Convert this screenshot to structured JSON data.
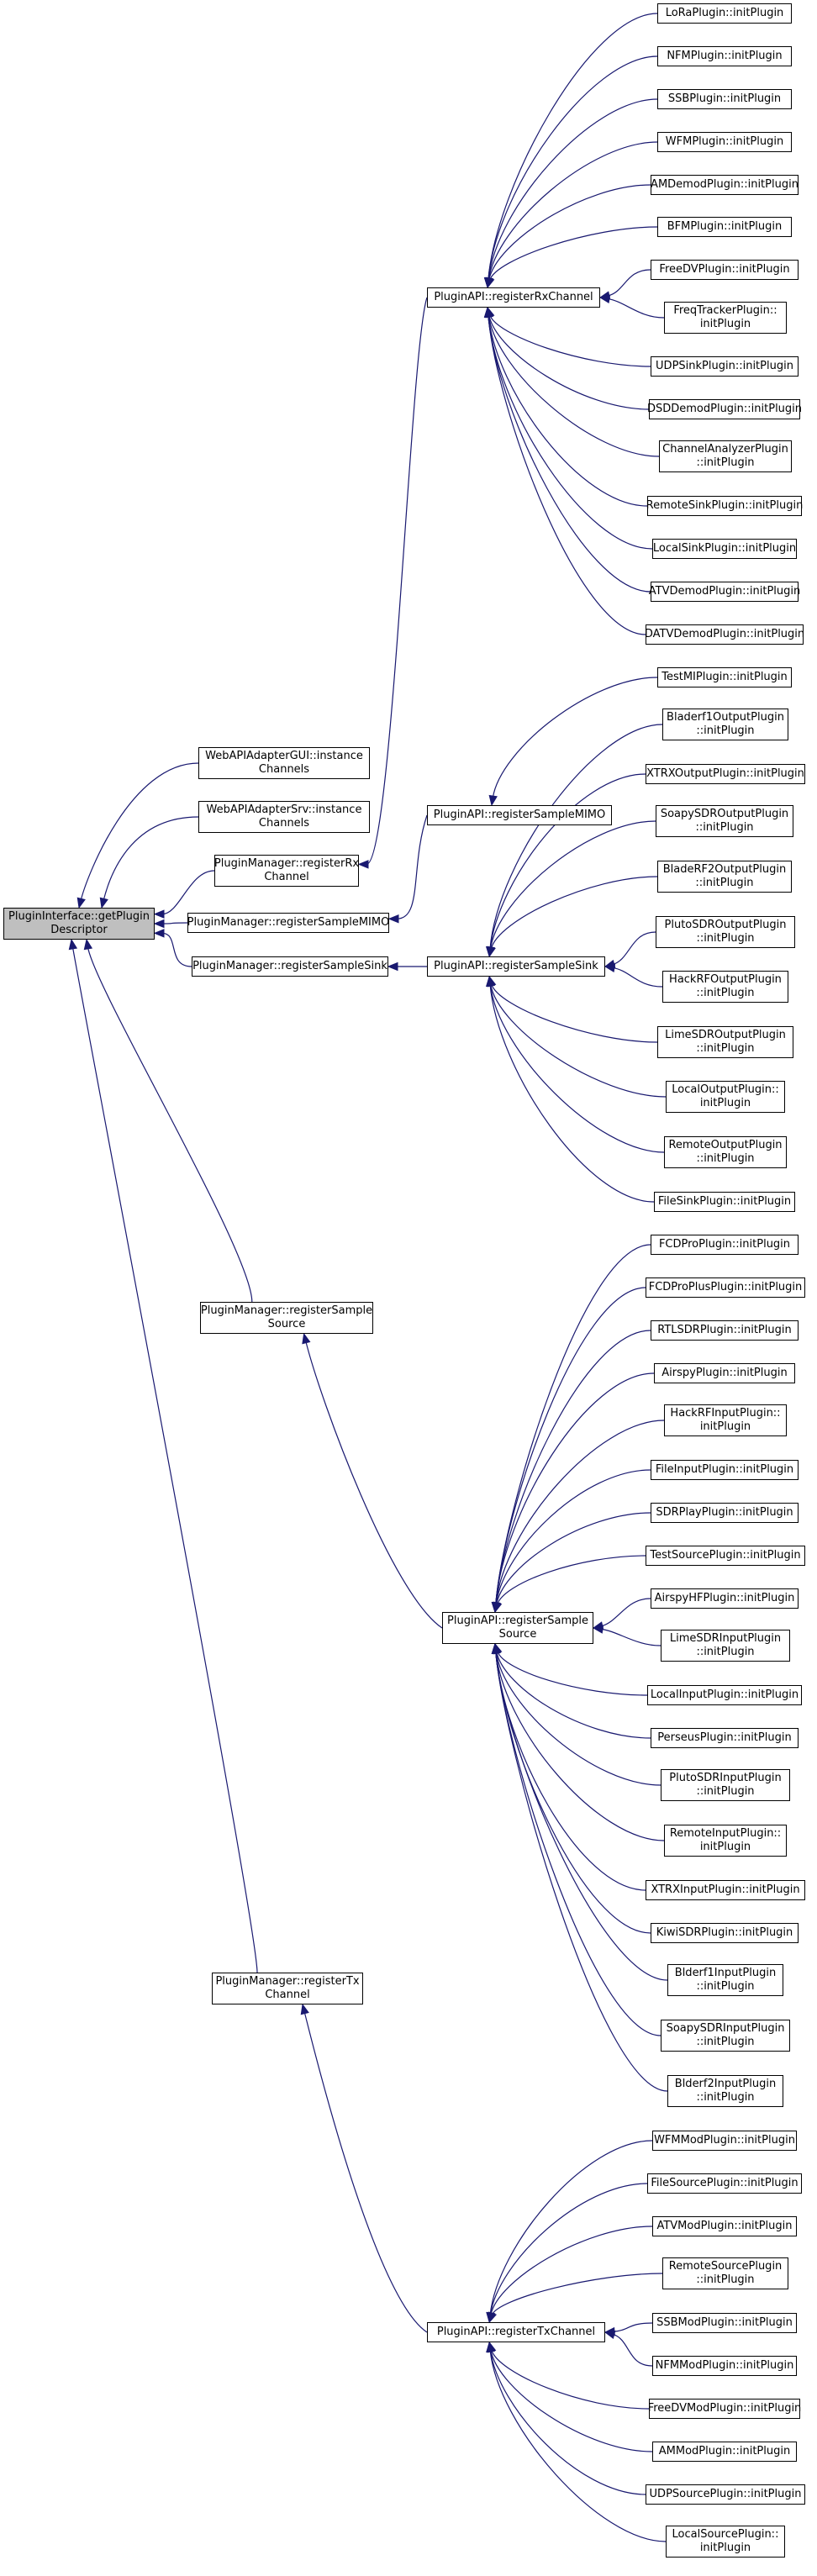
{
  "colors": {
    "edge": "#191970",
    "node_border": "#000000",
    "root_fill": "#bfbfbf",
    "node_fill": "#ffffff"
  },
  "nodes": {
    "root": "PluginInterface::getPlugin\nDescriptor",
    "gui_instance": "WebAPIAdapterGUI::instance\nChannels",
    "srv_instance": "WebAPIAdapterSrv::instance\nChannels",
    "pm_rx": "PluginManager::registerRx\nChannel",
    "pm_mimo": "PluginManager::registerSampleMIMO",
    "pm_sink": "PluginManager::registerSampleSink",
    "pm_source": "PluginManager::registerSample\nSource",
    "pm_tx": "PluginManager::registerTx\nChannel",
    "api_rx": "PluginAPI::registerRxChannel",
    "api_mimo": "PluginAPI::registerSampleMIMO",
    "api_sink": "PluginAPI::registerSampleSink",
    "api_source": "PluginAPI::registerSample\nSource",
    "api_tx": "PluginAPI::registerTxChannel",
    "rx_lora": "LoRaPlugin::initPlugin",
    "rx_nfm": "NFMPlugin::initPlugin",
    "rx_ssb": "SSBPlugin::initPlugin",
    "rx_wfm": "WFMPlugin::initPlugin",
    "rx_am": "AMDemodPlugin::initPlugin",
    "rx_bfm": "BFMPlugin::initPlugin",
    "rx_freedv": "FreeDVPlugin::initPlugin",
    "rx_freqtracker": "FreqTrackerPlugin::\ninitPlugin",
    "rx_udpsink": "UDPSinkPlugin::initPlugin",
    "rx_dsd": "DSDDemodPlugin::initPlugin",
    "rx_chanalyzer": "ChannelAnalyzerPlugin\n::initPlugin",
    "rx_remotesink": "RemoteSinkPlugin::initPlugin",
    "rx_localsink": "LocalSinkPlugin::initPlugin",
    "rx_atv": "ATVDemodPlugin::initPlugin",
    "rx_datv": "DATVDemodPlugin::initPlugin",
    "mimo_test": "TestMIPlugin::initPlugin",
    "sink_bladerf1": "Bladerf1OutputPlugin\n::initPlugin",
    "sink_xtrx": "XTRXOutputPlugin::initPlugin",
    "sink_soapy": "SoapySDROutputPlugin\n::initPlugin",
    "sink_bladerf2": "BladeRF2OutputPlugin\n::initPlugin",
    "sink_pluto": "PlutoSDROutputPlugin\n::initPlugin",
    "sink_hackrf": "HackRFOutputPlugin\n::initPlugin",
    "sink_lime": "LimeSDROutputPlugin\n::initPlugin",
    "sink_local": "LocalOutputPlugin::\ninitPlugin",
    "sink_remote": "RemoteOutputPlugin\n::initPlugin",
    "sink_file": "FileSinkPlugin::initPlugin",
    "src_fcdpro": "FCDProPlugin::initPlugin",
    "src_fcdproplus": "FCDProPlusPlugin::initPlugin",
    "src_rtlsdr": "RTLSDRPlugin::initPlugin",
    "src_airspy": "AirspyPlugin::initPlugin",
    "src_hackrf": "HackRFInputPlugin::\ninitPlugin",
    "src_file": "FileInputPlugin::initPlugin",
    "src_sdrplay": "SDRPlayPlugin::initPlugin",
    "src_test": "TestSourcePlugin::initPlugin",
    "src_airspyhf": "AirspyHFPlugin::initPlugin",
    "src_lime": "LimeSDRInputPlugin\n::initPlugin",
    "src_local": "LocalInputPlugin::initPlugin",
    "src_perseus": "PerseusPlugin::initPlugin",
    "src_pluto": "PlutoSDRInputPlugin\n::initPlugin",
    "src_remote": "RemoteInputPlugin::\ninitPlugin",
    "src_xtrx": "XTRXInputPlugin::initPlugin",
    "src_kiwi": "KiwiSDRPlugin::initPlugin",
    "src_bladerf1": "Blderf1InputPlugin\n::initPlugin",
    "src_soapy": "SoapySDRInputPlugin\n::initPlugin",
    "src_bladerf2": "Blderf2InputPlugin\n::initPlugin",
    "tx_wfm": "WFMModPlugin::initPlugin",
    "tx_filesource": "FileSourcePlugin::initPlugin",
    "tx_atv": "ATVModPlugin::initPlugin",
    "tx_remotesource": "RemoteSourcePlugin\n::initPlugin",
    "tx_ssb": "SSBModPlugin::initPlugin",
    "tx_nfm": "NFMModPlugin::initPlugin",
    "tx_freedv": "FreeDVModPlugin::initPlugin",
    "tx_am": "AMModPlugin::initPlugin",
    "tx_udpsource": "UDPSourcePlugin::initPlugin",
    "tx_localsource": "LocalSourcePlugin::\ninitPlugin"
  },
  "edges": [
    [
      "gui_instance",
      "root"
    ],
    [
      "srv_instance",
      "root"
    ],
    [
      "pm_rx",
      "root"
    ],
    [
      "pm_mimo",
      "root"
    ],
    [
      "pm_sink",
      "root"
    ],
    [
      "pm_source",
      "root"
    ],
    [
      "pm_tx",
      "root"
    ],
    [
      "api_rx",
      "pm_rx"
    ],
    [
      "api_mimo",
      "pm_mimo"
    ],
    [
      "api_sink",
      "pm_sink"
    ],
    [
      "api_source",
      "pm_source"
    ],
    [
      "api_tx",
      "pm_tx"
    ],
    [
      "rx_lora",
      "api_rx"
    ],
    [
      "rx_nfm",
      "api_rx"
    ],
    [
      "rx_ssb",
      "api_rx"
    ],
    [
      "rx_wfm",
      "api_rx"
    ],
    [
      "rx_am",
      "api_rx"
    ],
    [
      "rx_bfm",
      "api_rx"
    ],
    [
      "rx_freedv",
      "api_rx"
    ],
    [
      "rx_freqtracker",
      "api_rx"
    ],
    [
      "rx_udpsink",
      "api_rx"
    ],
    [
      "rx_dsd",
      "api_rx"
    ],
    [
      "rx_chanalyzer",
      "api_rx"
    ],
    [
      "rx_remotesink",
      "api_rx"
    ],
    [
      "rx_localsink",
      "api_rx"
    ],
    [
      "rx_atv",
      "api_rx"
    ],
    [
      "rx_datv",
      "api_rx"
    ],
    [
      "mimo_test",
      "api_mimo"
    ],
    [
      "sink_bladerf1",
      "api_sink"
    ],
    [
      "sink_xtrx",
      "api_sink"
    ],
    [
      "sink_soapy",
      "api_sink"
    ],
    [
      "sink_bladerf2",
      "api_sink"
    ],
    [
      "sink_pluto",
      "api_sink"
    ],
    [
      "sink_hackrf",
      "api_sink"
    ],
    [
      "sink_lime",
      "api_sink"
    ],
    [
      "sink_local",
      "api_sink"
    ],
    [
      "sink_remote",
      "api_sink"
    ],
    [
      "sink_file",
      "api_sink"
    ],
    [
      "src_fcdpro",
      "api_source"
    ],
    [
      "src_fcdproplus",
      "api_source"
    ],
    [
      "src_rtlsdr",
      "api_source"
    ],
    [
      "src_airspy",
      "api_source"
    ],
    [
      "src_hackrf",
      "api_source"
    ],
    [
      "src_file",
      "api_source"
    ],
    [
      "src_sdrplay",
      "api_source"
    ],
    [
      "src_test",
      "api_source"
    ],
    [
      "src_airspyhf",
      "api_source"
    ],
    [
      "src_lime",
      "api_source"
    ],
    [
      "src_local",
      "api_source"
    ],
    [
      "src_perseus",
      "api_source"
    ],
    [
      "src_pluto",
      "api_source"
    ],
    [
      "src_remote",
      "api_source"
    ],
    [
      "src_xtrx",
      "api_source"
    ],
    [
      "src_kiwi",
      "api_source"
    ],
    [
      "src_bladerf1",
      "api_source"
    ],
    [
      "src_soapy",
      "api_source"
    ],
    [
      "src_bladerf2",
      "api_source"
    ],
    [
      "tx_wfm",
      "api_tx"
    ],
    [
      "tx_filesource",
      "api_tx"
    ],
    [
      "tx_atv",
      "api_tx"
    ],
    [
      "tx_remotesource",
      "api_tx"
    ],
    [
      "tx_ssb",
      "api_tx"
    ],
    [
      "tx_nfm",
      "api_tx"
    ],
    [
      "tx_freedv",
      "api_tx"
    ],
    [
      "tx_am",
      "api_tx"
    ],
    [
      "tx_udpsource",
      "api_tx"
    ],
    [
      "tx_localsource",
      "api_tx"
    ]
  ]
}
